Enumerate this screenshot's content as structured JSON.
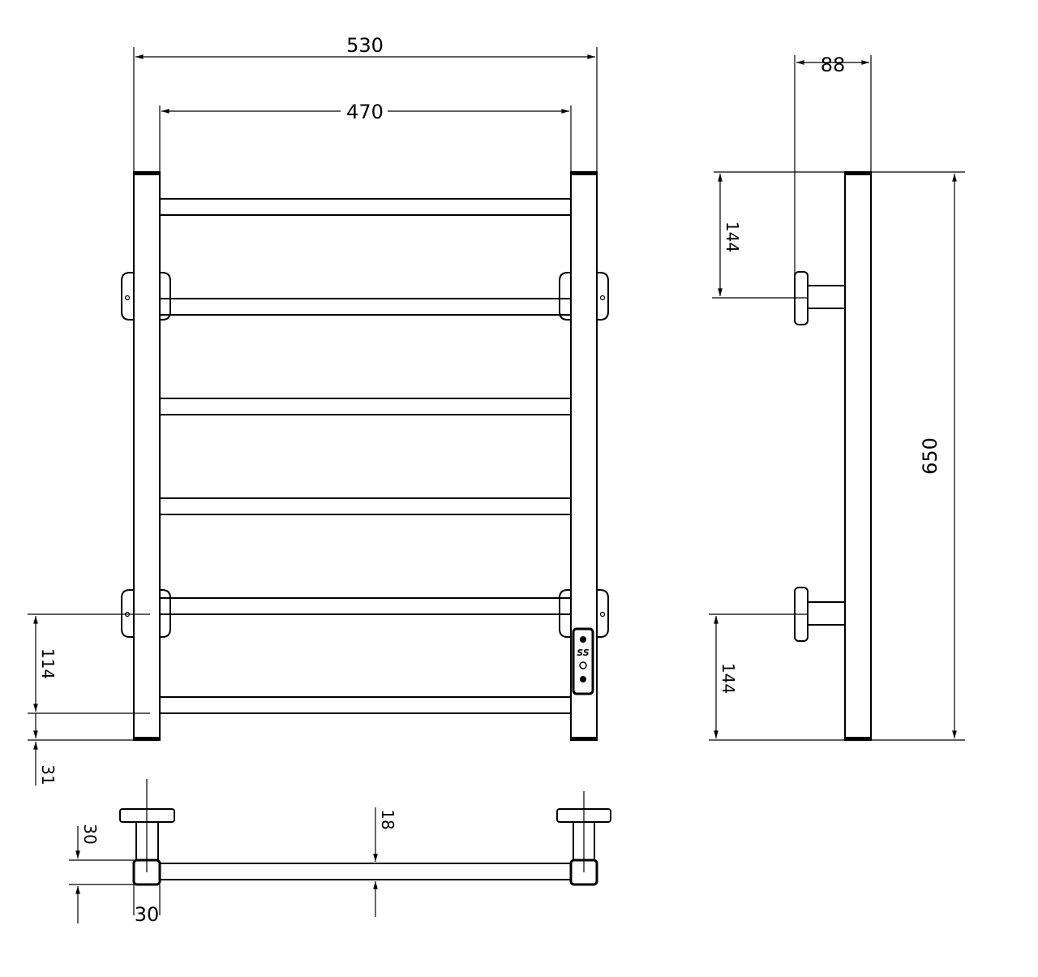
{
  "title": "Towel rail technical drawing",
  "dimensions": {
    "overall_width": "530",
    "rail_length": "470",
    "depth": "88",
    "height": "650",
    "top_bracket_offset": "144",
    "bottom_bracket_offset": "144",
    "bottom_rail_spacing": "114",
    "bottom_offset": "31",
    "post_depth": "30",
    "post_width": "30",
    "rail_diameter": "18"
  },
  "control_label": "SS",
  "colors": {
    "line": "#000000",
    "background": "#ffffff"
  }
}
